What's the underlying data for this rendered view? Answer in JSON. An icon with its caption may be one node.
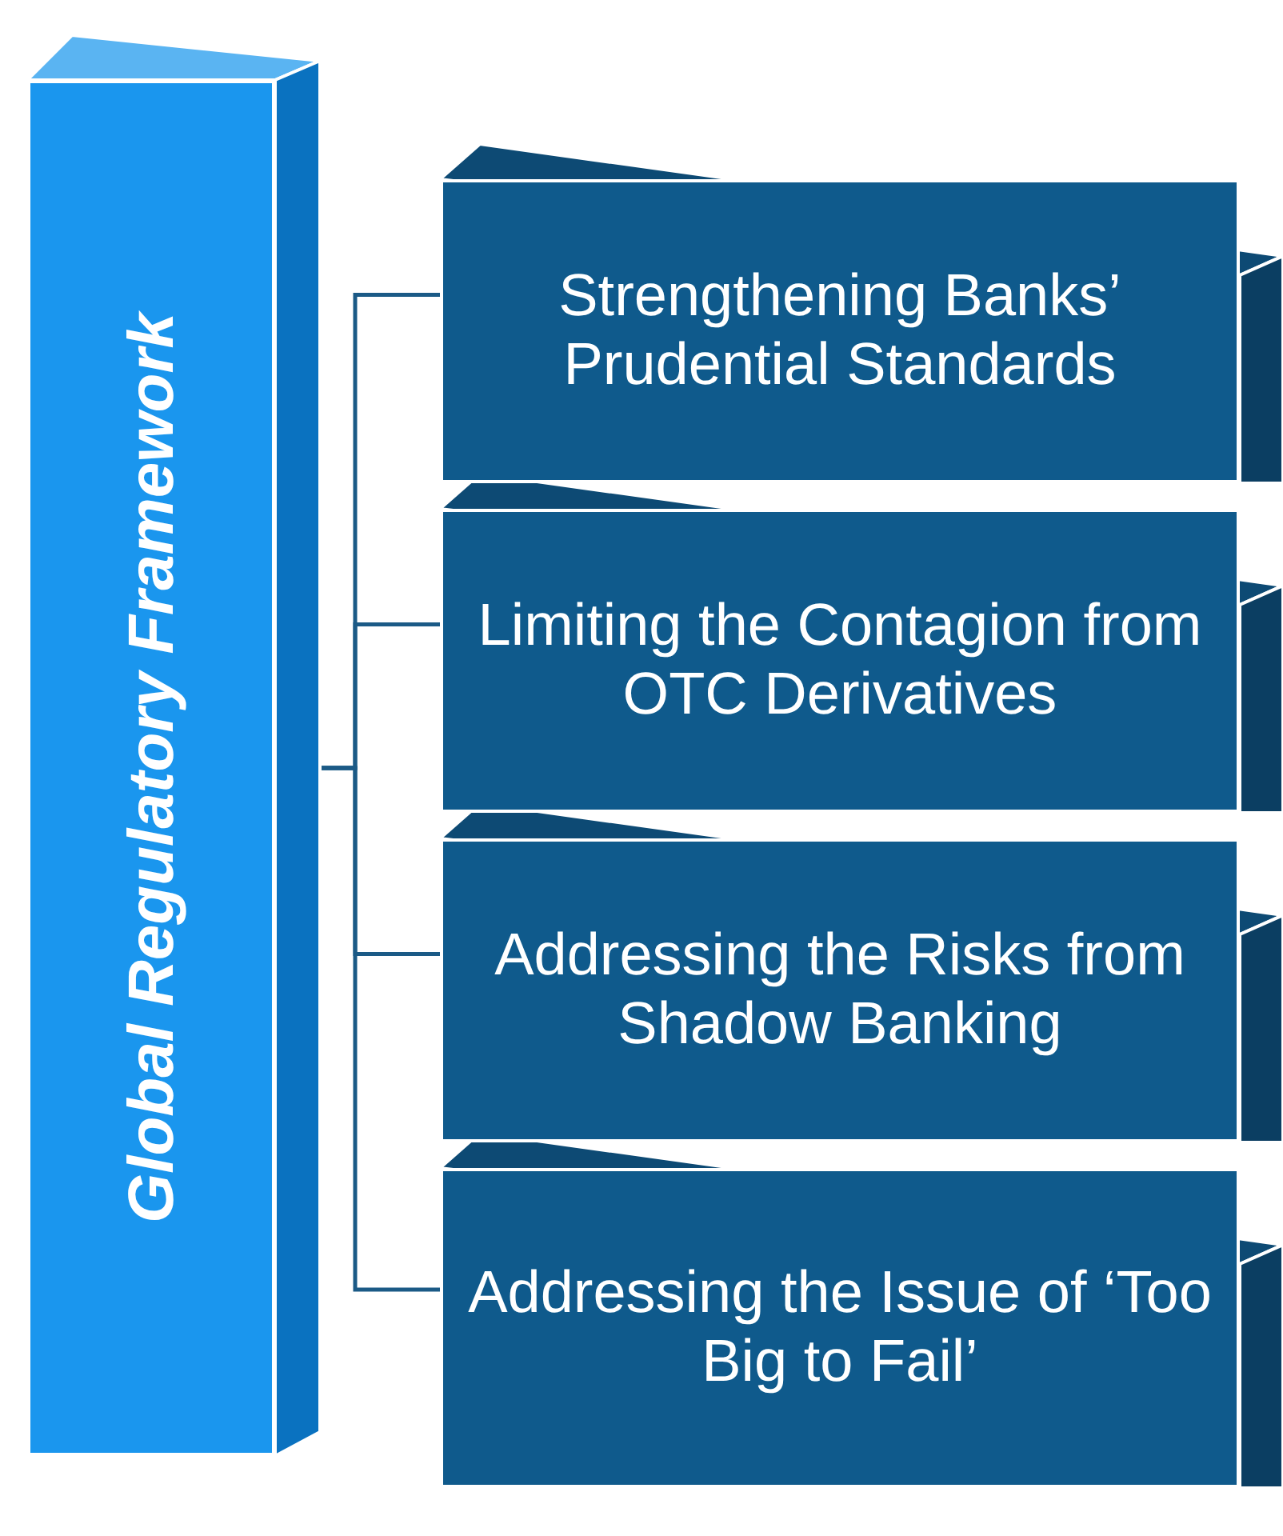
{
  "diagram": {
    "nodes": [
      {
        "text": [
          "Global Regulatory Framework"
        ]
      },
      {
        "text": [
          "Strengthening Banks’ Prudential Standards"
        ]
      },
      {
        "text": [
          "Limiting the Contagion from OTC Derivatives"
        ]
      },
      {
        "text": [
          "Addressing the Risks from Shadow Banking"
        ]
      },
      {
        "text": [
          "Addressing the Issue of ‘Too Big to Fail’"
        ]
      }
    ],
    "edges": [
      {
        "from": 0,
        "to": 1,
        "arrow": "none"
      },
      {
        "from": 0,
        "to": 2,
        "arrow": "none"
      },
      {
        "from": 0,
        "to": 3,
        "arrow": "none"
      },
      {
        "from": 0,
        "to": 4,
        "arrow": "none"
      }
    ]
  }
}
